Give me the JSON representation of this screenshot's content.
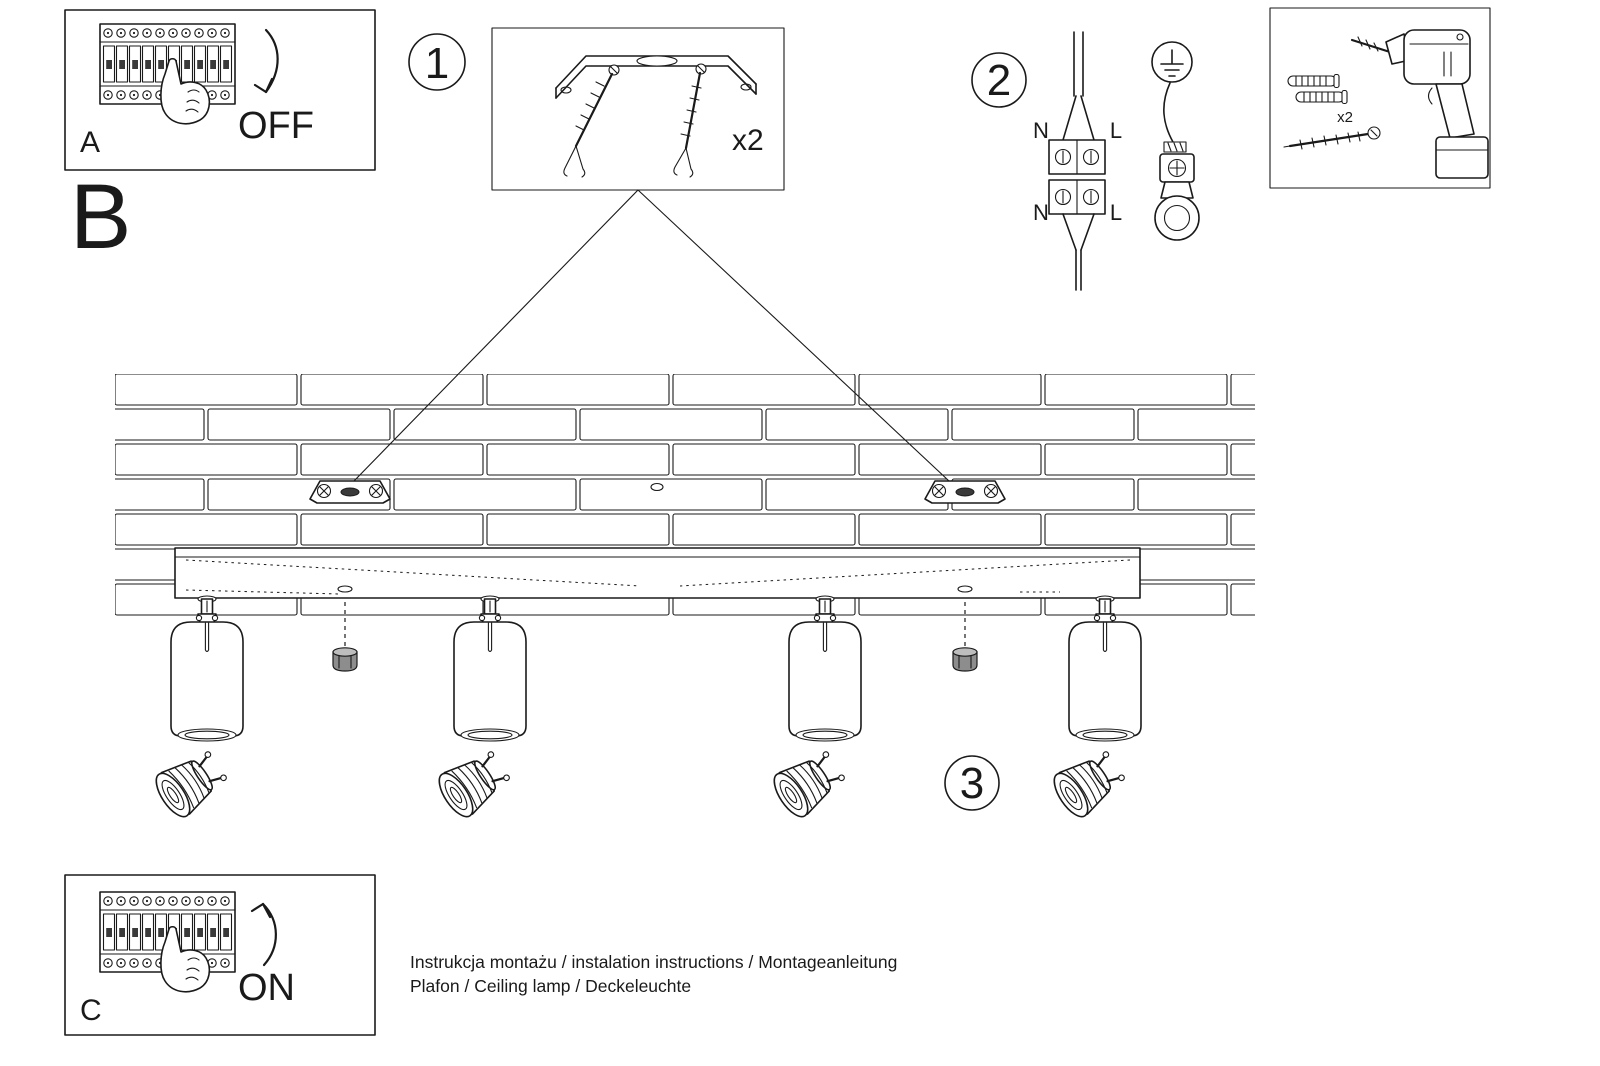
{
  "figure": {
    "step_a": {
      "label": "A",
      "switch_label": "OFF"
    },
    "step_b": {
      "label": "B"
    },
    "step_c": {
      "label": "C",
      "switch_label": "ON"
    },
    "step_1": {
      "number": "1",
      "quantity": "x2"
    },
    "step_2": {
      "number": "2",
      "terminals": {
        "top_left": "N",
        "top_right": "L",
        "bottom_left": "N",
        "bottom_right": "L"
      }
    },
    "step_3": {
      "number": "3"
    },
    "tools": {
      "anchor_quantity": "x2"
    }
  },
  "caption": {
    "line1": "Instrukcja montażu / instalation instructions / Montageanleitung",
    "line2": "Plafon / Ceiling lamp / Deckeleuchte"
  },
  "colors": {
    "line": "#1a1a1a",
    "background": "#ffffff"
  }
}
